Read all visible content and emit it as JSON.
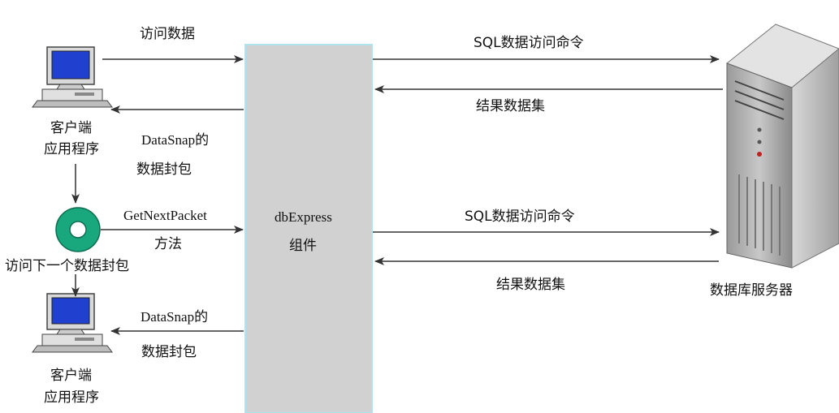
{
  "colors": {
    "component_fill": "#d1d1d1",
    "component_edge": "#aee3ef",
    "arrow": "#333333",
    "ring": "#19a87d",
    "screen": "#2040d0"
  },
  "labels": {
    "access_data": "访问数据",
    "client_app_top_1": "客户端",
    "client_app_top_2": "应用程序",
    "datasnap_top_1": "DataSnap的",
    "datasnap_top_2": "数据封包",
    "getnextpacket_1": "GetNextPacket",
    "getnextpacket_2": "方法",
    "access_next_packet": "访问下一个数据封包",
    "datasnap_bottom_1": "DataSnap的",
    "datasnap_bottom_2": "数据封包",
    "client_app_bottom_1": "客户端",
    "client_app_bottom_2": "应用程序",
    "component_1": "dbExpress",
    "component_2": "组件",
    "sql_cmd_top": "SQL数据访问命令",
    "result_set_top": "结果数据集",
    "sql_cmd_bottom": "SQL数据访问命令",
    "result_set_bottom": "结果数据集",
    "db_server": "数据库服务器"
  },
  "icons": [
    "computer-icon",
    "ring-icon",
    "computer-icon",
    "server-icon"
  ]
}
